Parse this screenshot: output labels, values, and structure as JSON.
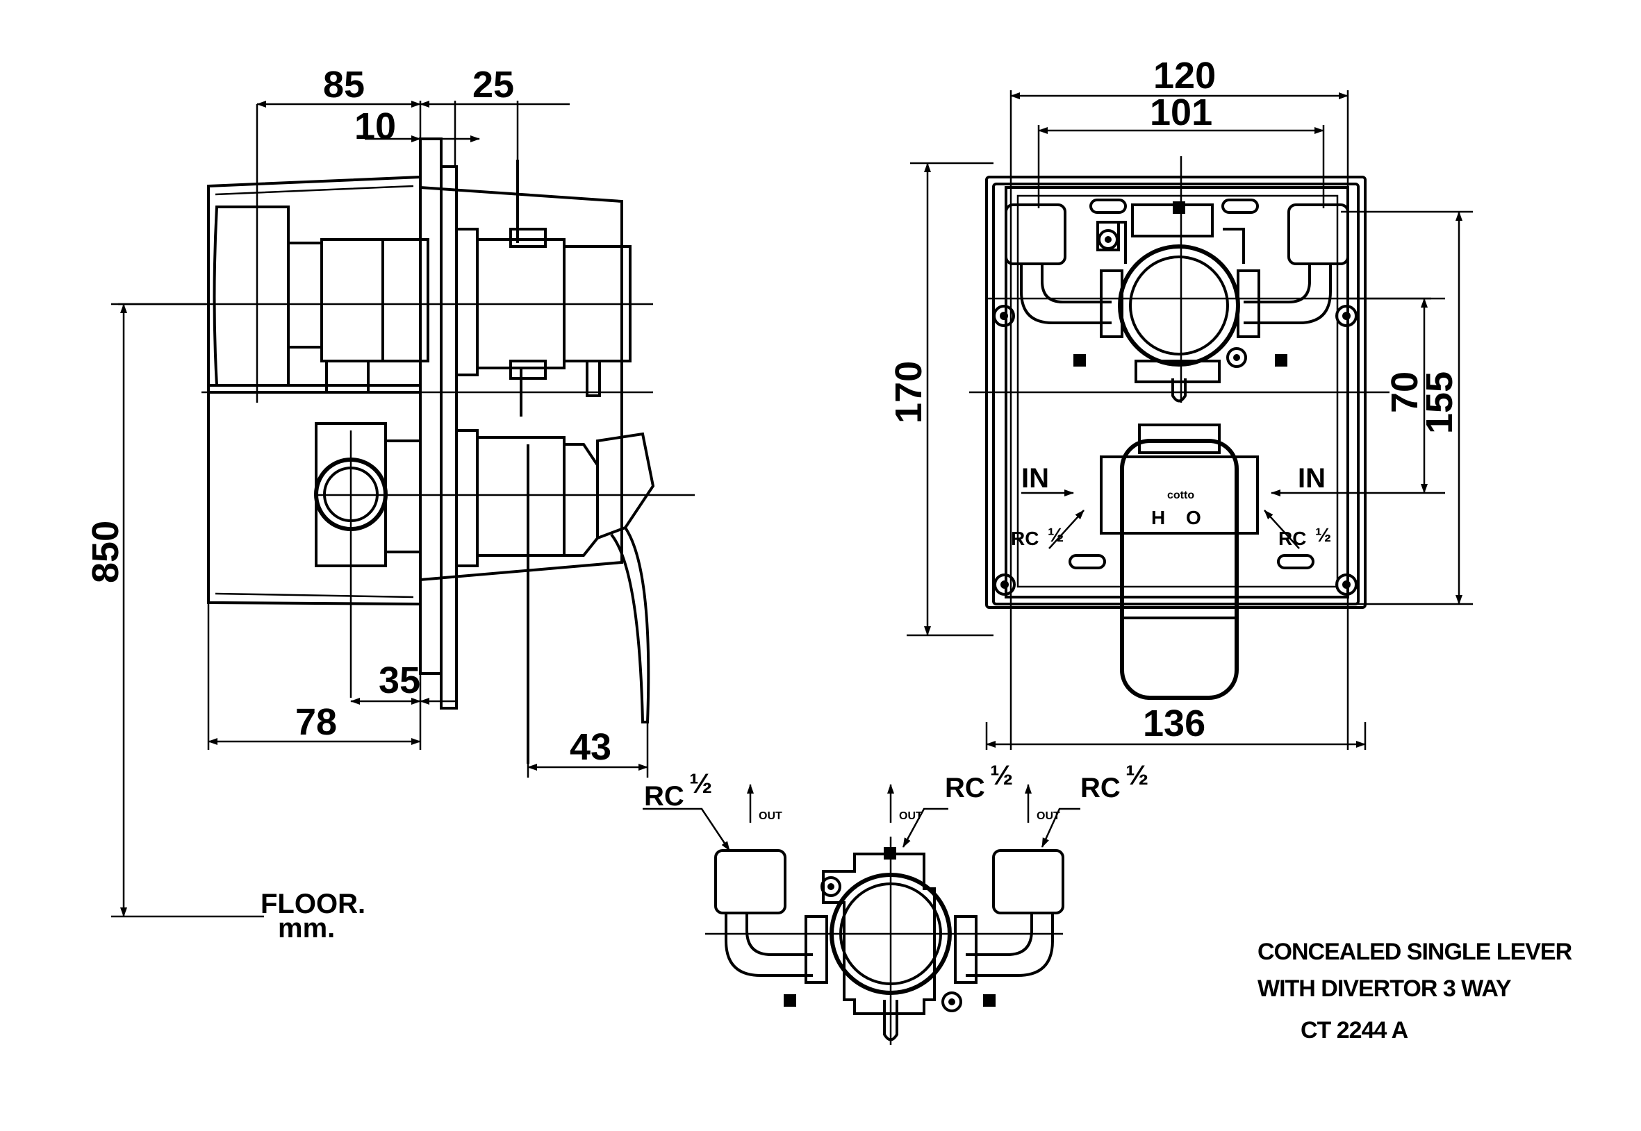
{
  "dimensions": {
    "side": {
      "d85": "85",
      "d25": "25",
      "d10": "10",
      "d35": "35",
      "d78": "78",
      "d43": "43",
      "d850": "850"
    },
    "front": {
      "d120": "120",
      "d101": "101",
      "d170": "170",
      "d70": "70",
      "d155": "155",
      "d136": "136"
    }
  },
  "labels": {
    "floor": "FLOOR.",
    "mm": "mm.",
    "in_left": "IN",
    "in_right": "IN",
    "rc": "RC",
    "rc_fraction": "½",
    "hot": "H",
    "cold": "O",
    "brand": "cotto",
    "out": "OUT"
  },
  "title": {
    "line1": "CONCEALED SINGLE LEVER",
    "line2": "WITH DIVERTOR 3 WAY",
    "model": "CT 2244 A"
  }
}
